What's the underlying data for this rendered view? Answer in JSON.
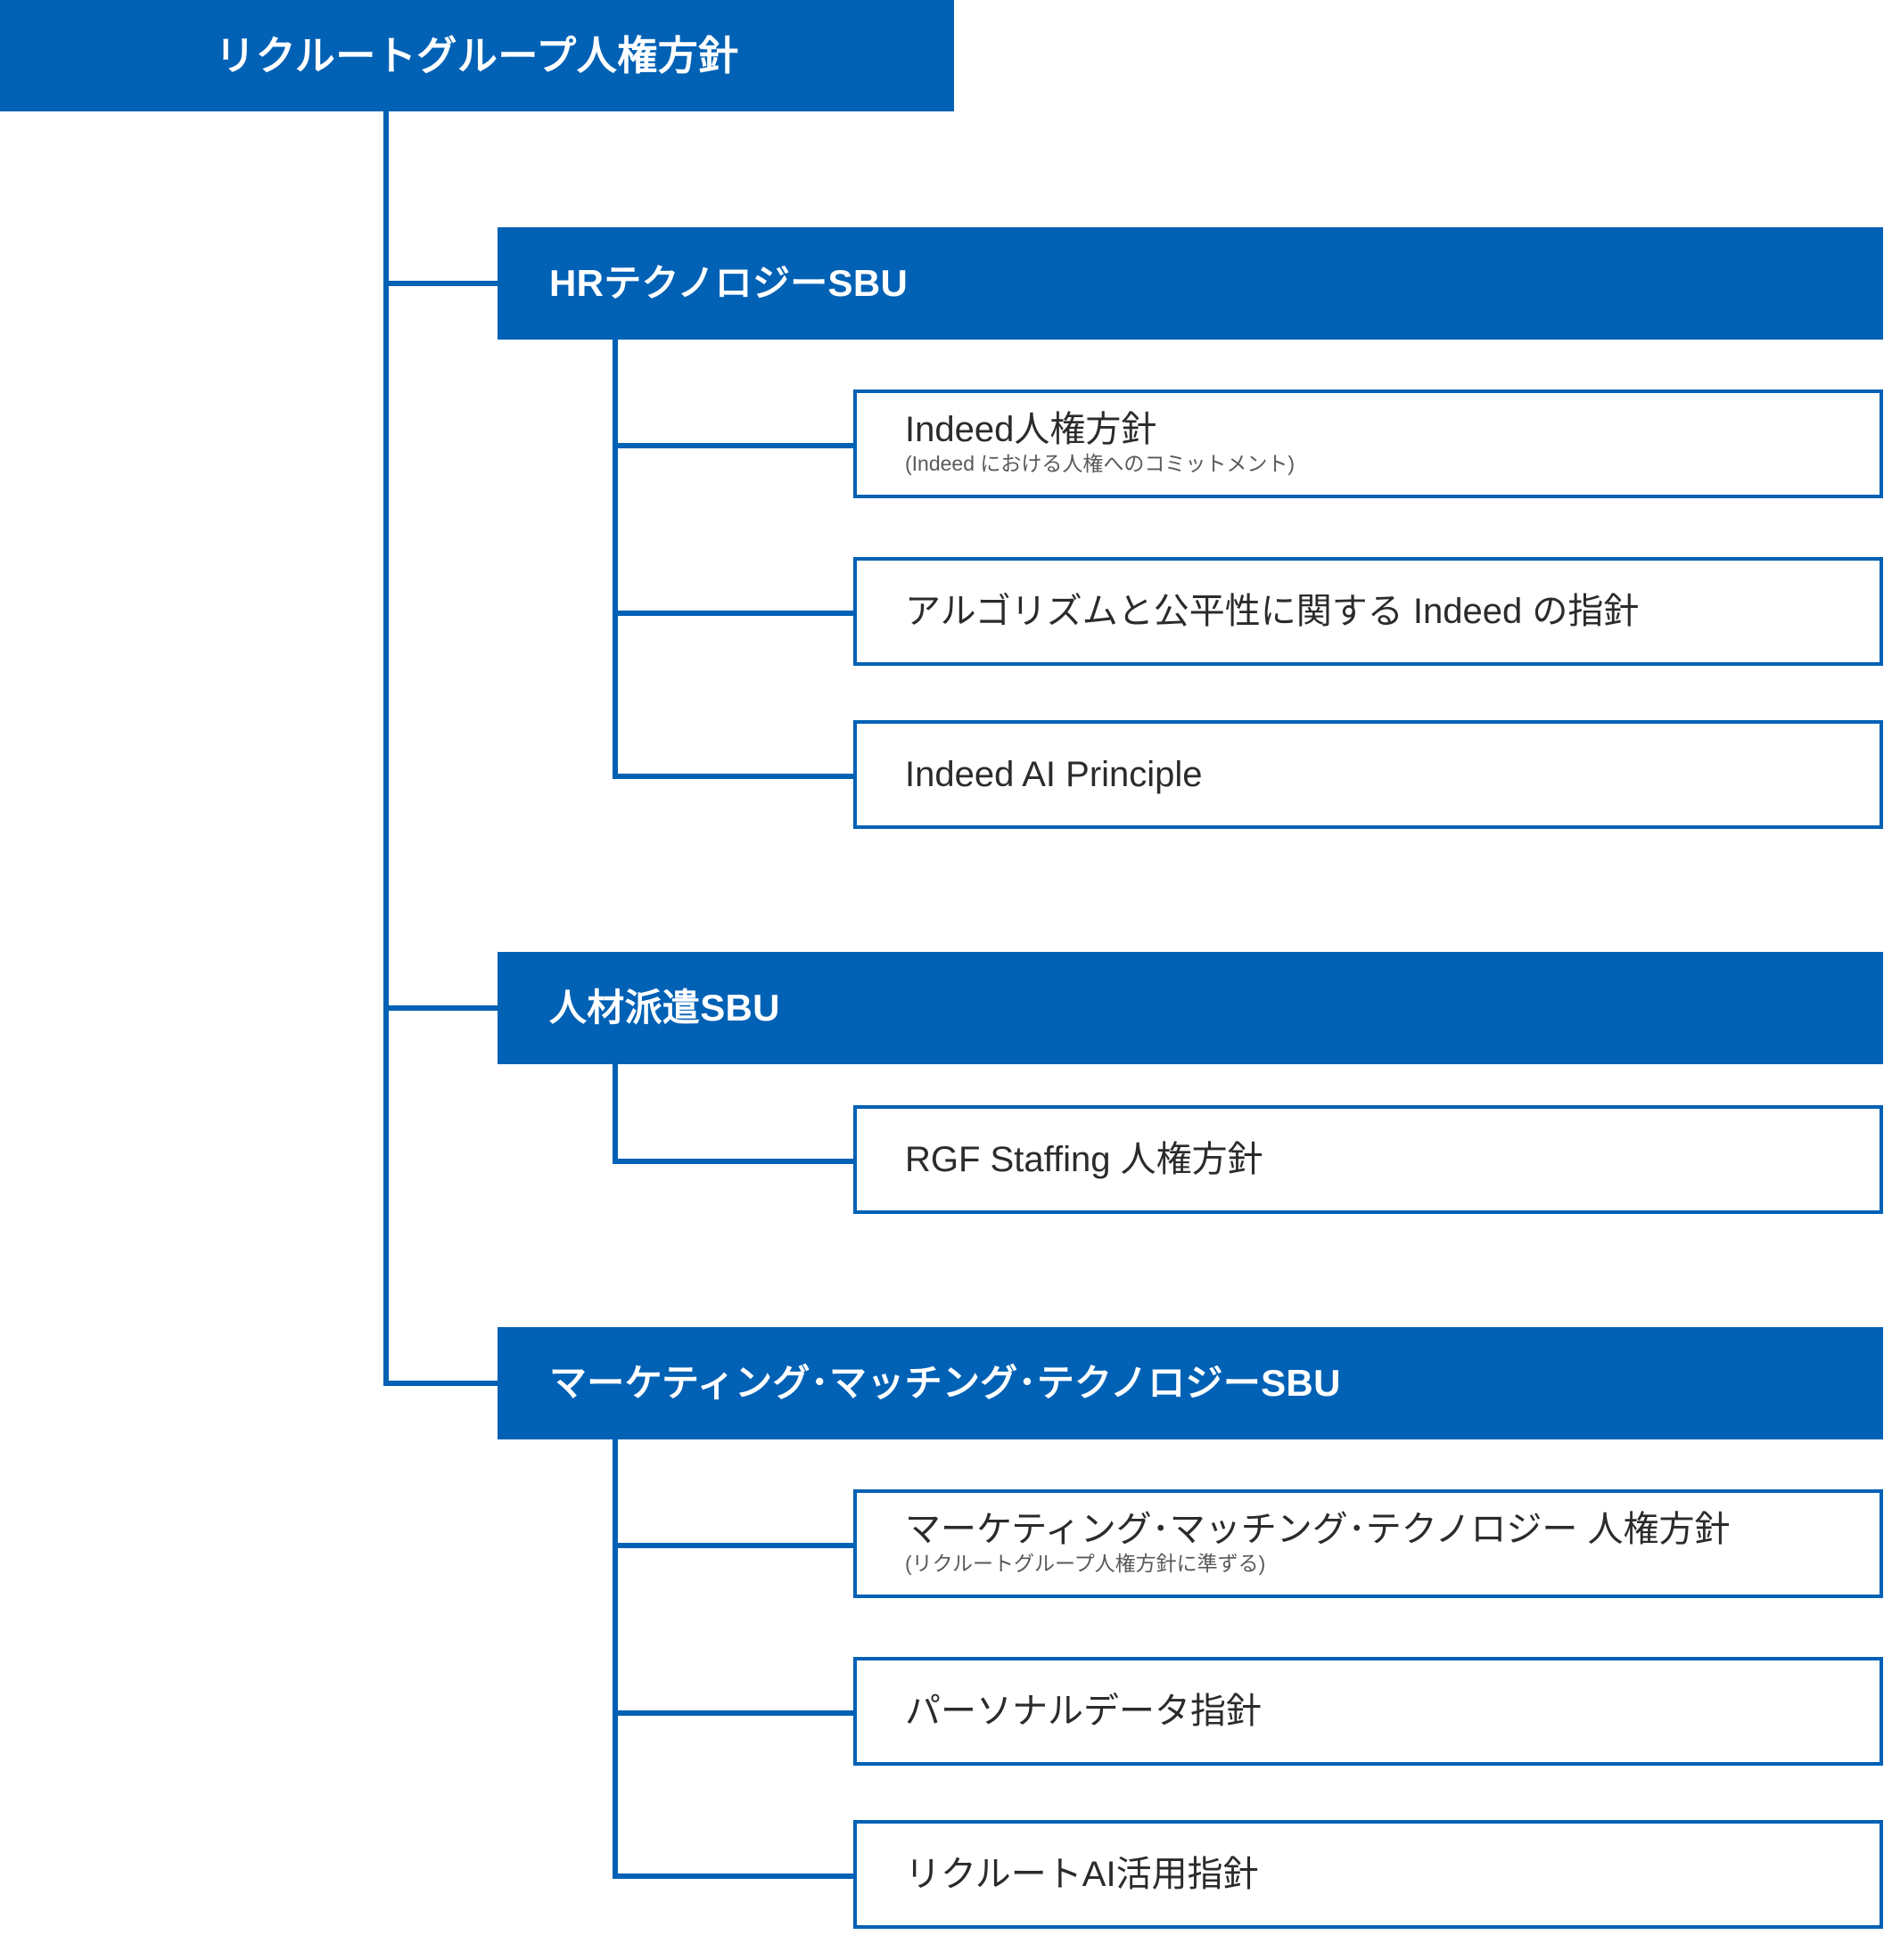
{
  "diagram": {
    "title": "リクルートグループ人権方針",
    "type": "organizational-hierarchy",
    "colors": {
      "brand_blue": "#0061b5",
      "box_fill": "#ffffff",
      "title_text": "#2b2b2b",
      "subtitle_text": "#595959",
      "header_text": "#ffffff"
    }
  },
  "root": {
    "label": "リクルートグループ人権方針"
  },
  "branches": [
    {
      "label": "HRテクノロジーSBU",
      "children": [
        {
          "title": "Indeed人権方針",
          "subtitle": "(Indeed における人権へのコミットメント)"
        },
        {
          "title": "アルゴリズムと公平性に関する Indeed の指針",
          "subtitle": ""
        },
        {
          "title": "Indeed AI Principle",
          "subtitle": ""
        }
      ]
    },
    {
      "label": "人材派遣SBU",
      "children": [
        {
          "title": "RGF Staffing 人権方針",
          "subtitle": ""
        }
      ]
    },
    {
      "label": "マーケティング･マッチング･テクノロジーSBU",
      "children": [
        {
          "title": "マーケティング･マッチング･テクノロジー 人権方針",
          "subtitle": "(リクルートグループ人権方針に準ずる)"
        },
        {
          "title": "パーソナルデータ指針",
          "subtitle": ""
        },
        {
          "title": "リクルートAI活用指針",
          "subtitle": ""
        }
      ]
    }
  ]
}
